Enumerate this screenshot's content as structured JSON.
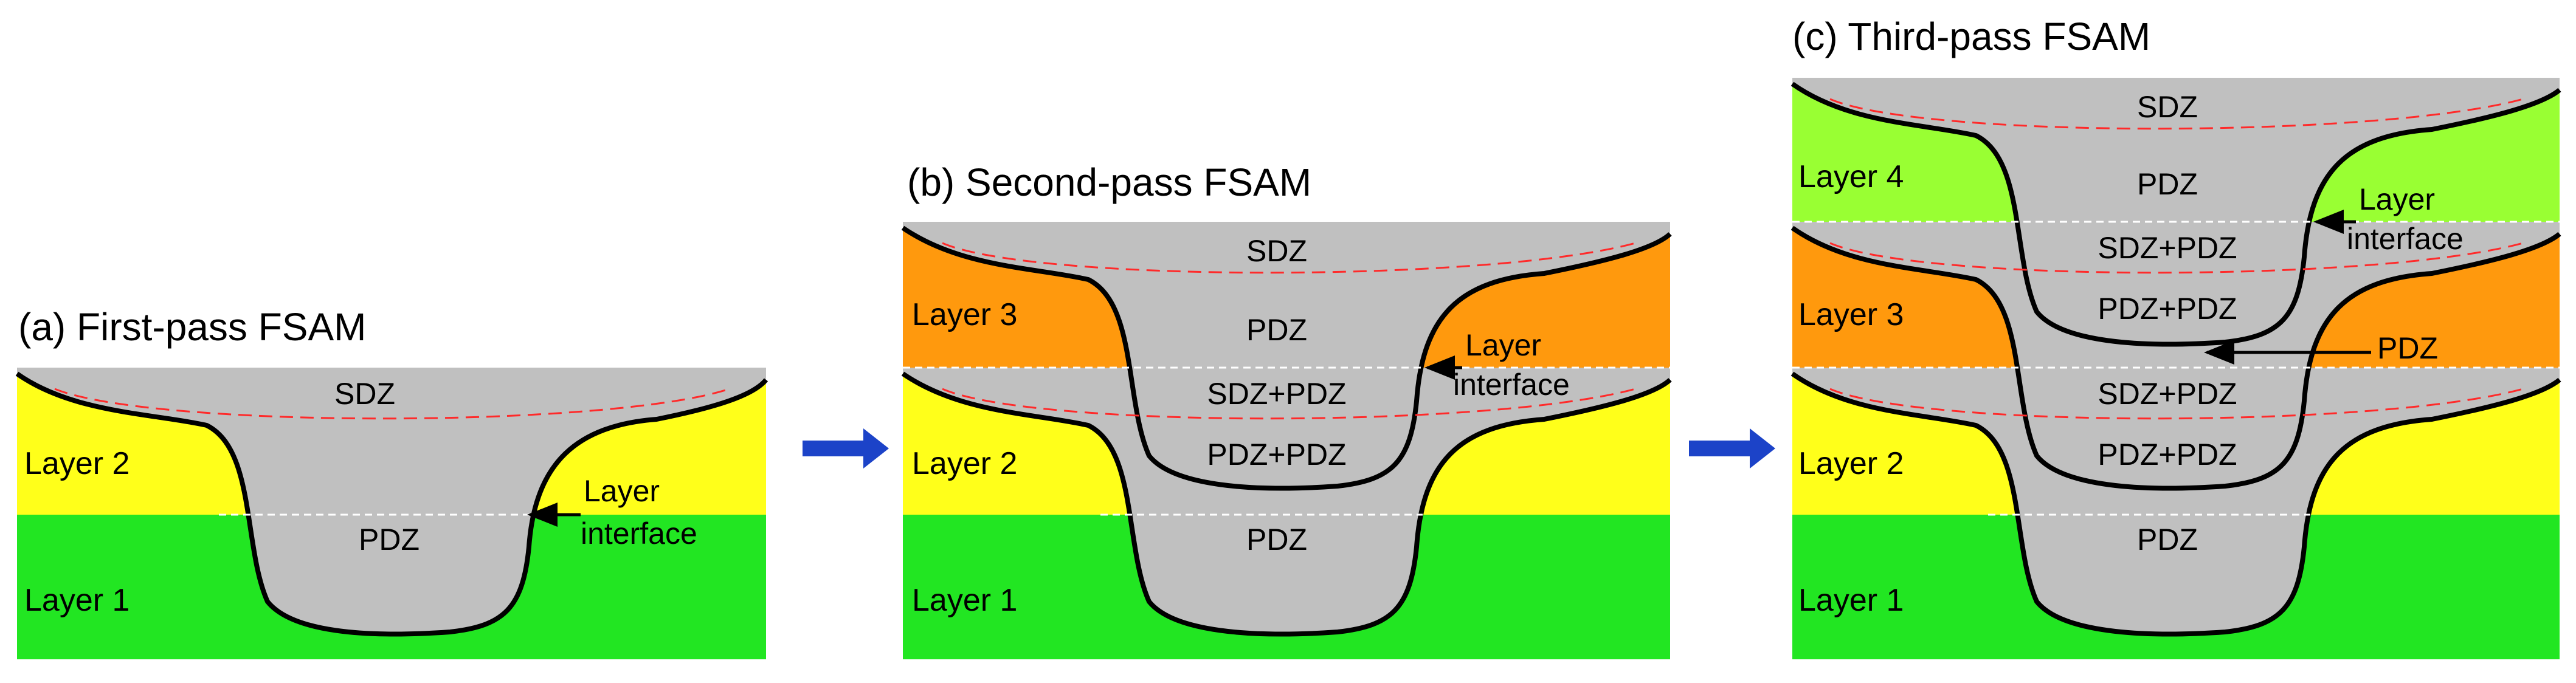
{
  "colors": {
    "layer1": "#22e622",
    "layer2": "#ffff1a",
    "layer3": "#ff990d",
    "layer4": "#99ff33",
    "pool": "#c0c0c0",
    "boundary": "#000000",
    "sdz_line": "#ff2a2a",
    "interface_line": "#ffffff",
    "arrow": "#1c43c8"
  },
  "panels": {
    "a": {
      "title": "(a) First-pass FSAM",
      "layers": [
        "Layer 2",
        "Layer 1"
      ],
      "zones": [
        "SDZ",
        "PDZ"
      ],
      "annotation": [
        "Layer",
        "interface"
      ]
    },
    "b": {
      "title": "(b) Second-pass FSAM",
      "layers": [
        "Layer 3",
        "Layer 2",
        "Layer 1"
      ],
      "zones": [
        "SDZ",
        "PDZ",
        "SDZ+PDZ",
        "PDZ+PDZ",
        "PDZ"
      ],
      "annotation": [
        "Layer",
        "interface"
      ]
    },
    "c": {
      "title": "(c) Third-pass FSAM",
      "layers": [
        "Layer 4",
        "Layer 3",
        "Layer 2",
        "Layer 1"
      ],
      "zones": [
        "SDZ",
        "PDZ",
        "SDZ+PDZ",
        "PDZ+PDZ",
        "SDZ+PDZ",
        "PDZ+PDZ",
        "PDZ"
      ],
      "annotation": [
        "Layer",
        "interface"
      ],
      "pointer_label": "PDZ"
    }
  },
  "flow_arrows": [
    "a-to-b",
    "b-to-c"
  ]
}
